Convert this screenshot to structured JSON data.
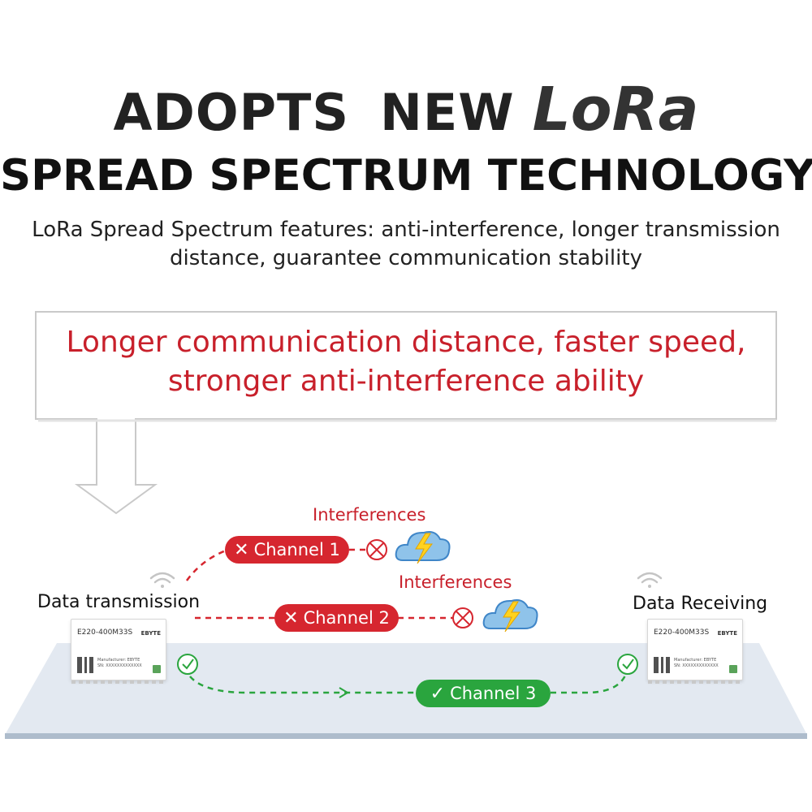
{
  "headline": {
    "word1": "ADOPTS",
    "word2": "NEW",
    "word3": "LoRa",
    "line2": "SPREAD SPECTRUM TECHNOLOGY"
  },
  "subtitle": {
    "line1": "LoRa Spread Spectrum features: anti-interference, longer transmission",
    "line2": "distance, guarantee communication stability"
  },
  "callout": {
    "line1": "Longer communication distance, faster speed,",
    "line2": "stronger anti-interference ability"
  },
  "diagram": {
    "sender_label": "Data transmission",
    "receiver_label": "Data Receiving",
    "interference_label_1": "Interferences",
    "interference_label_2": "Interferences",
    "channels": [
      {
        "label": "Channel 1",
        "status": "blocked",
        "glyph": "✕"
      },
      {
        "label": "Channel 2",
        "status": "blocked",
        "glyph": "✕"
      },
      {
        "label": "Channel 3",
        "status": "ok",
        "glyph": "✓"
      }
    ],
    "module": {
      "model": "E220-400M33S",
      "brand": "EBYTE",
      "manufacturer": "Manufacturer: EBYTE",
      "serial": "SN: XXXXXXXXXXXXX"
    }
  },
  "colors": {
    "accent_red": "#d6262f",
    "accent_green": "#2aa53e",
    "callout_red": "#c8202b",
    "platform": "#dfe6ef"
  },
  "icons": [
    "wifi-icon",
    "lightning-cloud-icon",
    "blocked-circle-icon",
    "check-circle-icon",
    "down-arrow-icon"
  ]
}
